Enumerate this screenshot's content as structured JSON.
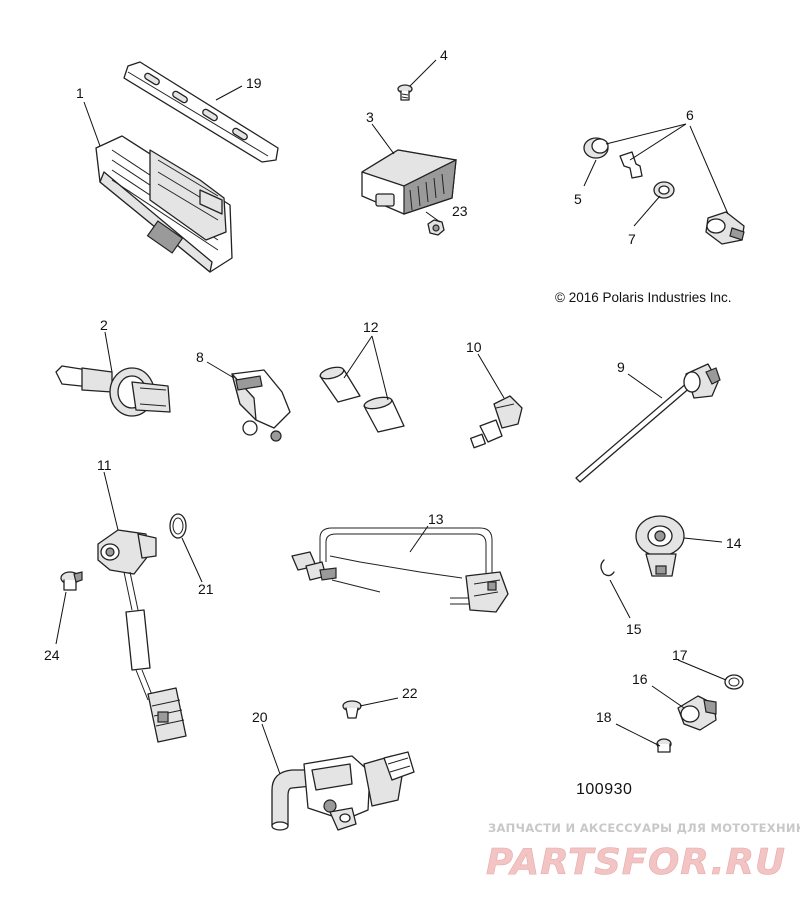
{
  "diagram": {
    "callouts": [
      "1",
      "2",
      "3",
      "4",
      "5",
      "6",
      "7",
      "8",
      "9",
      "10",
      "11",
      "12",
      "13",
      "14",
      "15",
      "16",
      "17",
      "18",
      "19",
      "20",
      "21",
      "22",
      "23",
      "24"
    ],
    "copyright": "© 2016 Polaris Industries Inc.",
    "document_number": "100930"
  },
  "watermark": {
    "tagline": "ЗАПЧАСТИ И АКСЕССУАРЫ ДЛЯ МОТОТЕХНИКИ",
    "logo": "PARTSFOR.RU"
  }
}
